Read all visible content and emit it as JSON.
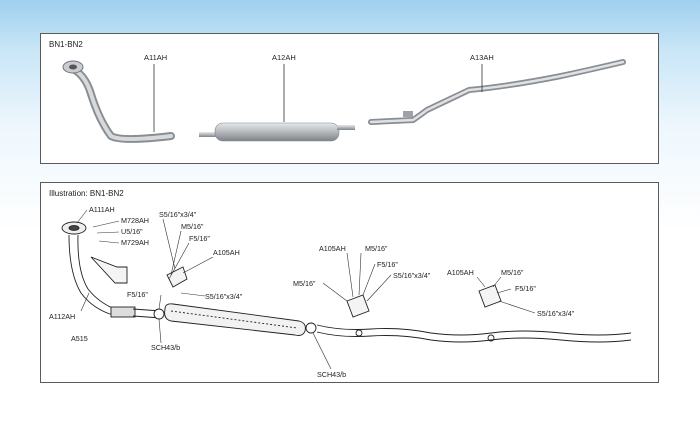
{
  "photo_panel": {
    "title": "BN1-BN2",
    "labels": {
      "front_pipe": "A11AH",
      "silencer": "A12AH",
      "tail_pipe": "A13AH"
    }
  },
  "illustration_panel": {
    "title": "Illustration: BN1-BN2",
    "callouts": [
      "A111AH",
      "M728AH",
      "U5/16”",
      "M729AH",
      "A112AH",
      "A515",
      "S5/16”x3/4”",
      "M5/16”",
      "F5/16”",
      "A105AH",
      "F5/16”",
      "S5/16”x3/4”",
      "SCH43/b",
      "SCH43/b",
      "A105AH",
      "M5/16”",
      "F5/16”",
      "S5/16”x3/4”",
      "M5/16”",
      "A105AH",
      "M5/16”",
      "F5/16”",
      "S5/16”x3/4”"
    ]
  },
  "colors": {
    "background_top": "#9fd0ee",
    "panel_border": "#5a5a5a",
    "pipe": "#b8bcc0"
  }
}
